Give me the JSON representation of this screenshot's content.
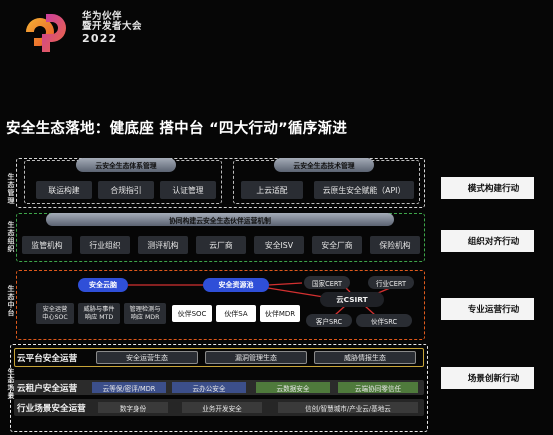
{
  "logo": {
    "line1": "华为伙伴",
    "line2": "暨开发者大会",
    "year": "2022"
  },
  "title": "安全生态落地：健底座  搭中台  “四大行动”循序渐进",
  "side_labels": {
    "eco_mgmt": "生态管理",
    "eco_org": "生态组织",
    "eco_midplat": "生态中台",
    "scene_ops": "生态场景"
  },
  "section1": {
    "left_head": "云安全生态体系管理",
    "left_items": [
      "联运构建",
      "合规指引",
      "认证管理"
    ],
    "right_head": "云安全生态技术管理",
    "right_items": [
      "上云适配",
      "云原生安全赋能（API）"
    ]
  },
  "section2": {
    "head": "协同构建云安全生态伙伴运营机制",
    "items": [
      "监管机构",
      "行业组织",
      "测评机构",
      "云厂商",
      "安全ISV",
      "安全厂商",
      "保险机构"
    ]
  },
  "section3": {
    "brain": "安全云脑",
    "brain_items": [
      "安全运营\n中心SOC",
      "威胁与事件\n响应 MTD",
      "管理检测与\n响应 MDR"
    ],
    "resource_pool": "安全资源池",
    "pool_items": [
      "伙伴SOC",
      "伙伴SA",
      "伙伴MDR"
    ],
    "national_cert": "国家CERT",
    "industry_cert": "行业CERT",
    "cloud_csirt": "云CSIRT",
    "customer_src": "客户SRC",
    "partner_src": "伙伴SRC"
  },
  "section4": {
    "row1_label": "云平台安全运营",
    "row1_items": [
      "安全运营生态",
      "漏洞管理生态",
      "威胁情报生态"
    ],
    "row2_label": "云租户安全运营",
    "row2_items": [
      "云等保/密评/MDR",
      "云办公安全",
      "云数据安全",
      "云端协同零信任"
    ],
    "row3_label": "行业场景安全运营",
    "row3_items": [
      "数字身份",
      "业务开发安全",
      "信创/智慧城市/产业云/基地云"
    ]
  },
  "actions": [
    "模式构建行动",
    "组织对齐行动",
    "专业运营行动",
    "场景创新行动"
  ],
  "colors": {
    "mgmt_border": "#d8d8d8",
    "org_border": "#3ea64a",
    "midplat_border": "#e05a1c",
    "scene_border": "#e9e9e9",
    "accent_blue": "#2f4fd8",
    "logo_orange": "#f29a2c",
    "logo_pink": "#d63fa0"
  }
}
